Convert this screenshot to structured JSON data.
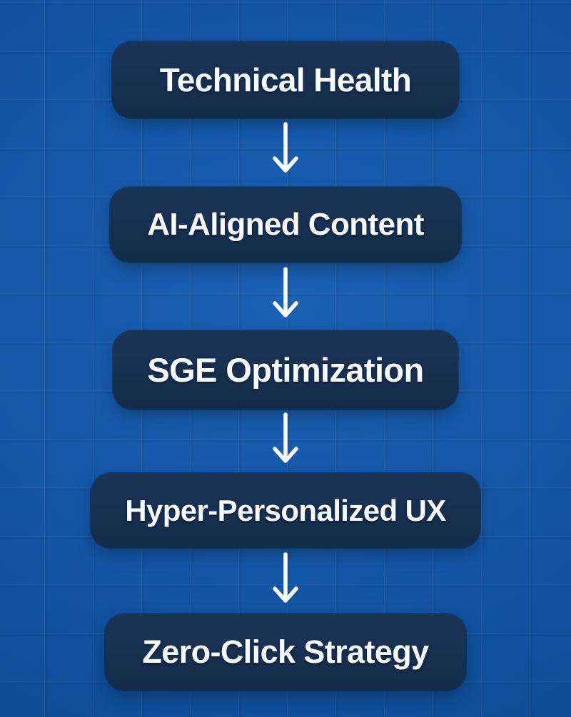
{
  "diagram": {
    "type": "vertical-flowchart",
    "steps": [
      {
        "label": "Technical Health"
      },
      {
        "label": "AI-Aligned Content"
      },
      {
        "label": "SGE Optimization"
      },
      {
        "label": "Hyper-Personalized UX"
      },
      {
        "label": "Zero-Click Strategy"
      }
    ],
    "connector": "down-arrow"
  },
  "colors": {
    "background_center": "#1b61b4",
    "background_edge": "#0b468d",
    "grid_line_light": "rgba(255,255,255,0.055)",
    "grid_line_dark": "rgba(7,34,74,0.10)",
    "box_fill_top": "#1c3557",
    "box_fill_bottom": "#142c4b",
    "label_text": "#f7fafd",
    "arrow": "#ffffff"
  }
}
